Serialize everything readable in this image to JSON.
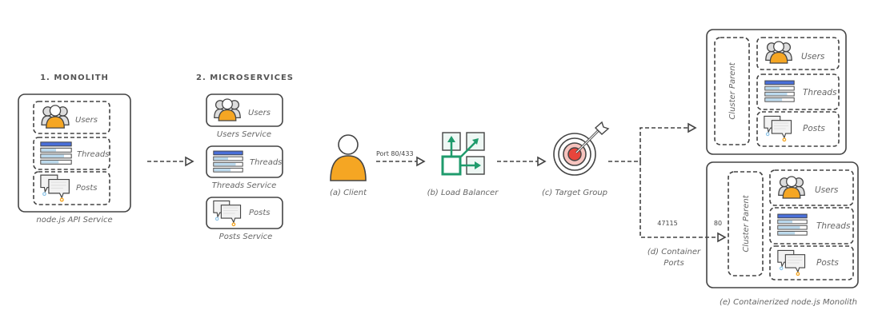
{
  "monolith": {
    "title": "1. MONOLITH",
    "caption": "node.js API Service",
    "modules": [
      "Users",
      "Threads",
      "Posts"
    ]
  },
  "microservices": {
    "title": "2. MICROSERVICES",
    "services": [
      {
        "label": "Users",
        "caption": "Users Service"
      },
      {
        "label": "Threads",
        "caption": "Threads Service"
      },
      {
        "label": "Posts",
        "caption": "Posts Service"
      }
    ]
  },
  "flow": {
    "client": "(a) Client",
    "port_label": "Port 80/433",
    "load_balancer": "(b) Load Balancer",
    "target_group": "(c) Target Group",
    "container_ports": [
      "(d) Container",
      "Ports"
    ],
    "host_port": "47115",
    "container_port": "80"
  },
  "containers": {
    "caption": "(e) Containerized node.js Monolith",
    "cluster_parent": "Cluster Parent",
    "modules": [
      "Users",
      "Threads",
      "Posts"
    ]
  },
  "colors": {
    "orange": "#f5a623",
    "blue": "#4a6fd8",
    "light_blue": "#b9d8ec",
    "green": "#1f9b6c",
    "red": "#e8453c",
    "stroke": "#444444"
  }
}
